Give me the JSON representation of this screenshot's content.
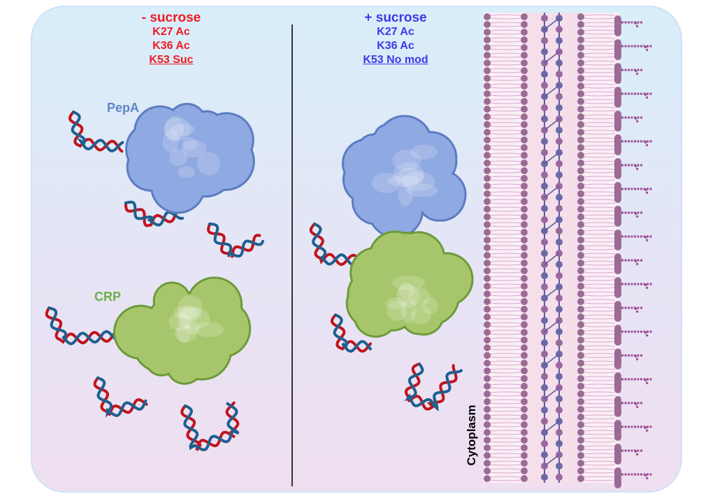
{
  "left_panel": {
    "title": "- sucrose",
    "lines": [
      "K27 Ac",
      "K36 Ac",
      "K53 Suc"
    ],
    "color": "#ee1c24"
  },
  "right_panel": {
    "title": "+ sucrose",
    "lines": [
      "K27 Ac",
      "K36 Ac",
      "K53 No mod"
    ],
    "color": "#3a3ae8"
  },
  "labels": {
    "pepa": "PepA",
    "crp": "CRP",
    "cytoplasm": "Cytoplasm"
  },
  "colors": {
    "pepa_fill": "#8fa9e2",
    "pepa_stroke": "#5b7cc2",
    "crp_fill": "#a7c66c",
    "crp_stroke": "#6e9a3a",
    "dna_red": "#c0141c",
    "dna_blue": "#1f5f8f",
    "lipid": "#9b6b93"
  }
}
